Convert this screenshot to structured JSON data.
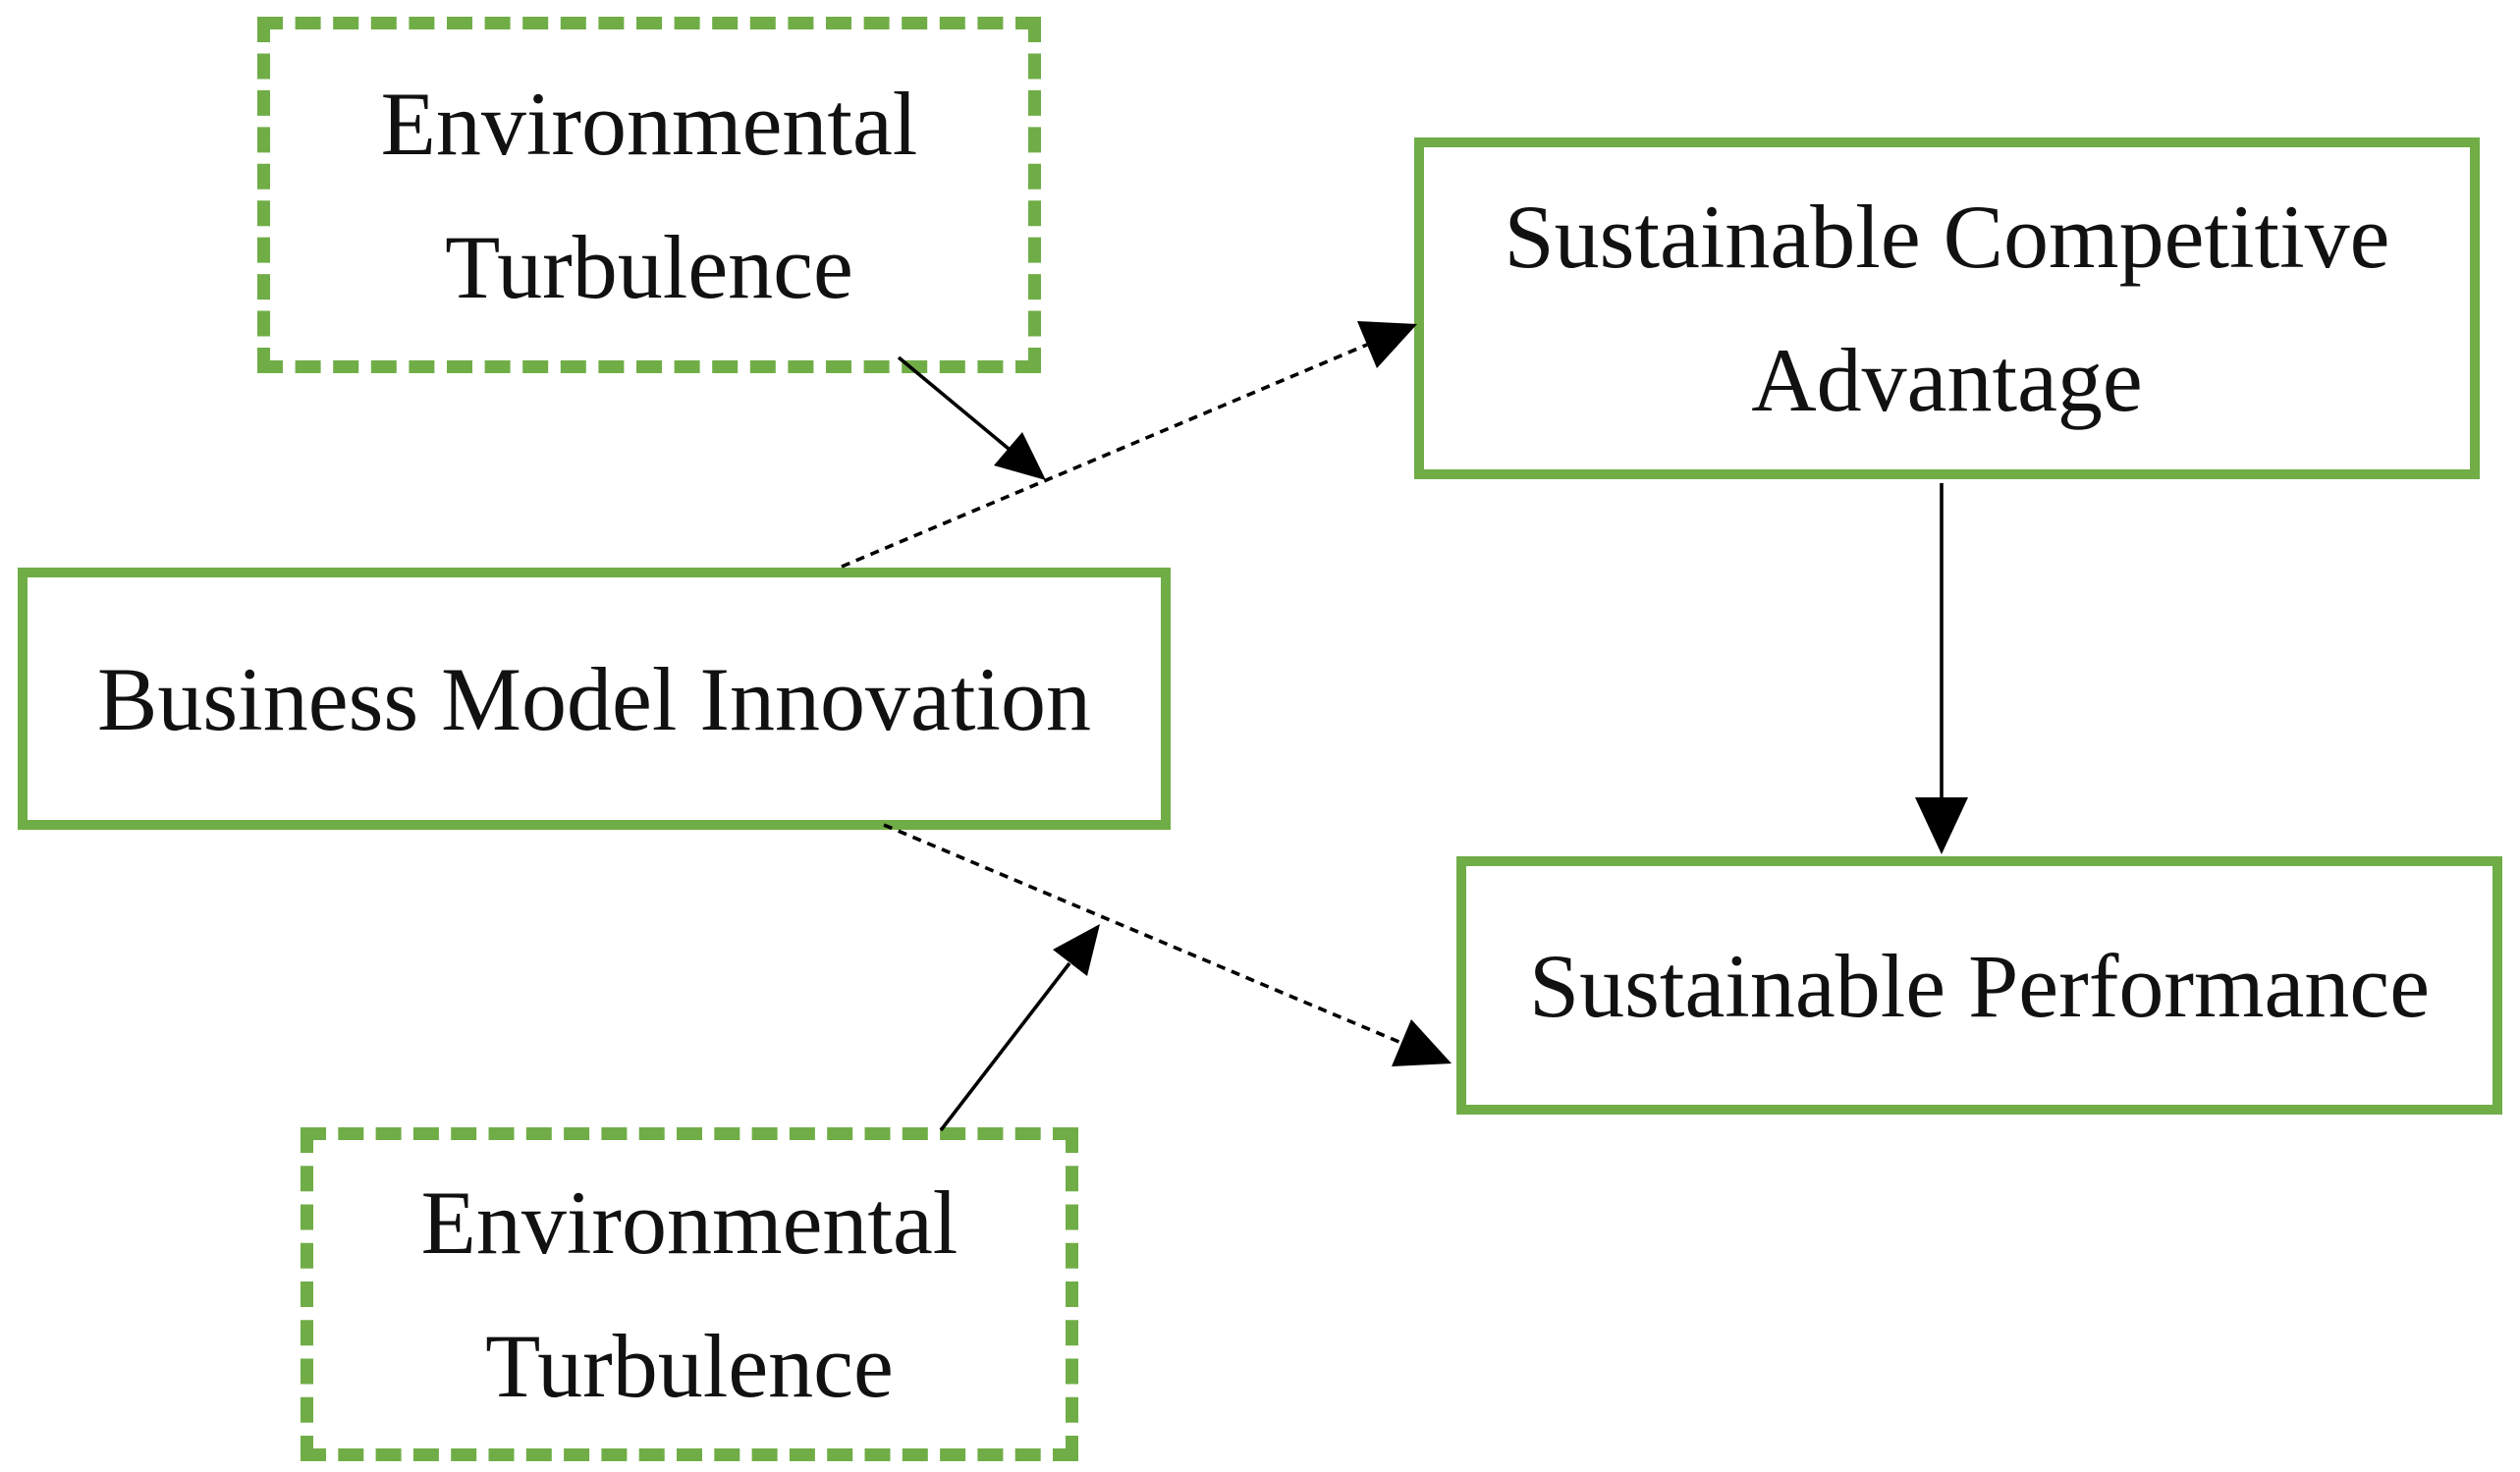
{
  "colors": {
    "box_border_green": "#70AD47",
    "text": "#111111",
    "arrow": "#000000",
    "background": "#FFFFFF"
  },
  "nodes": {
    "et_top": {
      "label": "Environmental Turbulence",
      "lines": [
        "Environmental",
        "Turbulence"
      ],
      "border_style": "dashed",
      "role": "moderator"
    },
    "sca": {
      "label": "Sustainable Competitive Advantage",
      "lines": [
        "Sustainable Competitive",
        "Advantage"
      ],
      "border_style": "solid",
      "role": "mediator"
    },
    "bmi": {
      "label": "Business Model Innovation",
      "lines": [
        "Business Model Innovation"
      ],
      "border_style": "solid",
      "role": "independent-variable"
    },
    "sp": {
      "label": "Sustainable Performance",
      "lines": [
        "Sustainable Performance"
      ],
      "border_style": "solid",
      "role": "dependent-variable"
    },
    "et_bottom": {
      "label": "Environmental Turbulence",
      "lines": [
        "Environmental",
        "Turbulence"
      ],
      "border_style": "dashed",
      "role": "moderator"
    }
  },
  "edges": [
    {
      "from": "Business Model Innovation",
      "to": "Sustainable Competitive Advantage",
      "type": "direct",
      "line": "dashed"
    },
    {
      "from": "Environmental Turbulence (top)",
      "to": "path Business Model Innovation → Sustainable Competitive Advantage",
      "type": "moderation",
      "line": "solid"
    },
    {
      "from": "Business Model Innovation",
      "to": "Sustainable Performance",
      "type": "direct",
      "line": "dashed"
    },
    {
      "from": "Environmental Turbulence (bottom)",
      "to": "path Business Model Innovation → Sustainable Performance",
      "type": "moderation",
      "line": "solid"
    },
    {
      "from": "Sustainable Competitive Advantage",
      "to": "Sustainable Performance",
      "type": "direct",
      "line": "solid"
    }
  ]
}
